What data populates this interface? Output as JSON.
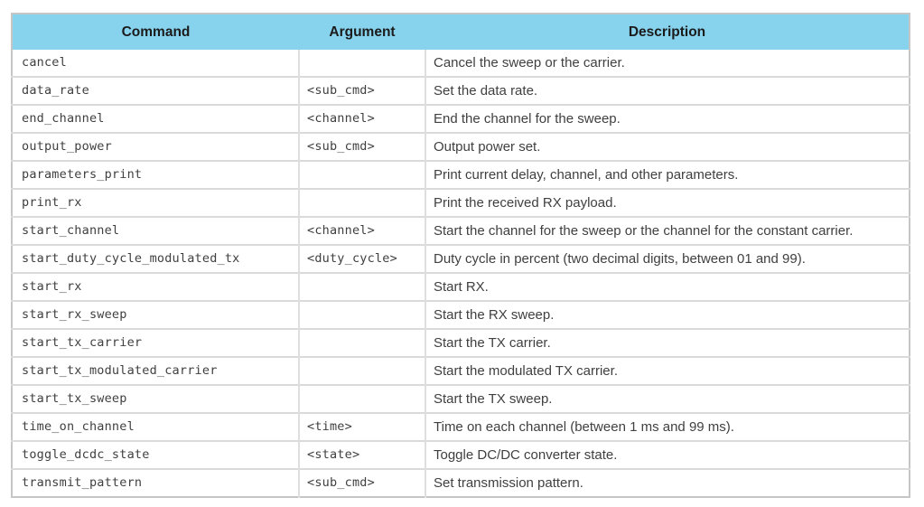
{
  "table": {
    "columns": [
      {
        "label": "Command"
      },
      {
        "label": "Argument"
      },
      {
        "label": "Description"
      }
    ],
    "rows": [
      {
        "command": "cancel",
        "argument": "",
        "description": "Cancel the sweep or the carrier."
      },
      {
        "command": "data_rate",
        "argument": "<sub_cmd>",
        "description": "Set the data rate."
      },
      {
        "command": "end_channel",
        "argument": "<channel>",
        "description": "End the channel for the sweep."
      },
      {
        "command": "output_power",
        "argument": "<sub_cmd>",
        "description": "Output power set."
      },
      {
        "command": "parameters_print",
        "argument": "",
        "description": "Print current delay, channel, and other parameters."
      },
      {
        "command": "print_rx",
        "argument": "",
        "description": "Print the received RX payload."
      },
      {
        "command": "start_channel",
        "argument": "<channel>",
        "description": "Start the channel for the sweep or the channel for the constant carrier."
      },
      {
        "command": "start_duty_cycle_modulated_tx",
        "argument": "<duty_cycle>",
        "description": "Duty cycle in percent (two decimal digits, between 01 and 99)."
      },
      {
        "command": "start_rx",
        "argument": "",
        "description": "Start RX."
      },
      {
        "command": "start_rx_sweep",
        "argument": "",
        "description": "Start the RX sweep."
      },
      {
        "command": "start_tx_carrier",
        "argument": "",
        "description": "Start the TX carrier."
      },
      {
        "command": "start_tx_modulated_carrier",
        "argument": "",
        "description": "Start the modulated TX carrier."
      },
      {
        "command": "start_tx_sweep",
        "argument": "",
        "description": "Start the TX sweep."
      },
      {
        "command": "time_on_channel",
        "argument": "<time>",
        "description": "Time on each channel (between 1 ms and 99 ms)."
      },
      {
        "command": "toggle_dcdc_state",
        "argument": "<state>",
        "description": "Toggle DC/DC converter state."
      },
      {
        "command": "transmit_pattern",
        "argument": "<sub_cmd>",
        "description": "Set transmission pattern."
      }
    ],
    "colors": {
      "header_background": "#87d3ee",
      "header_text": "#1b1b1b",
      "body_text": "#404040",
      "grid_line": "#dadada",
      "outer_border": "#c6c6c6"
    }
  }
}
